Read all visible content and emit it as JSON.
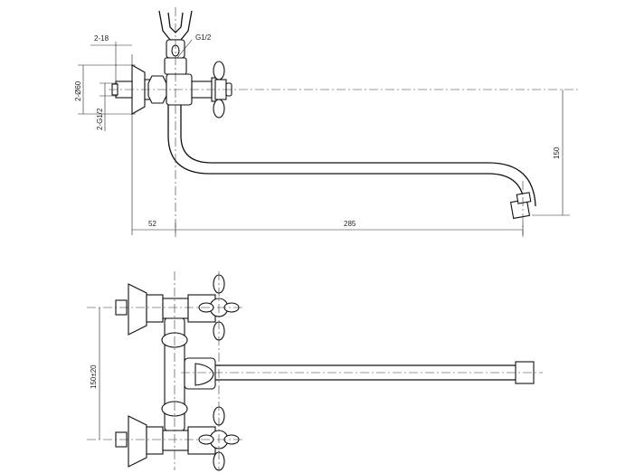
{
  "top_view": {
    "labels": {
      "connection_thread": "G1/2",
      "eccentric_range": "2-18",
      "flange_diameter": "2-Ø60",
      "inlet_thread": "2-G1/2",
      "wall_offset": "52",
      "spout_length": "285",
      "spout_height": "150"
    }
  },
  "front_view": {
    "labels": {
      "center_distance": "150±20"
    }
  }
}
